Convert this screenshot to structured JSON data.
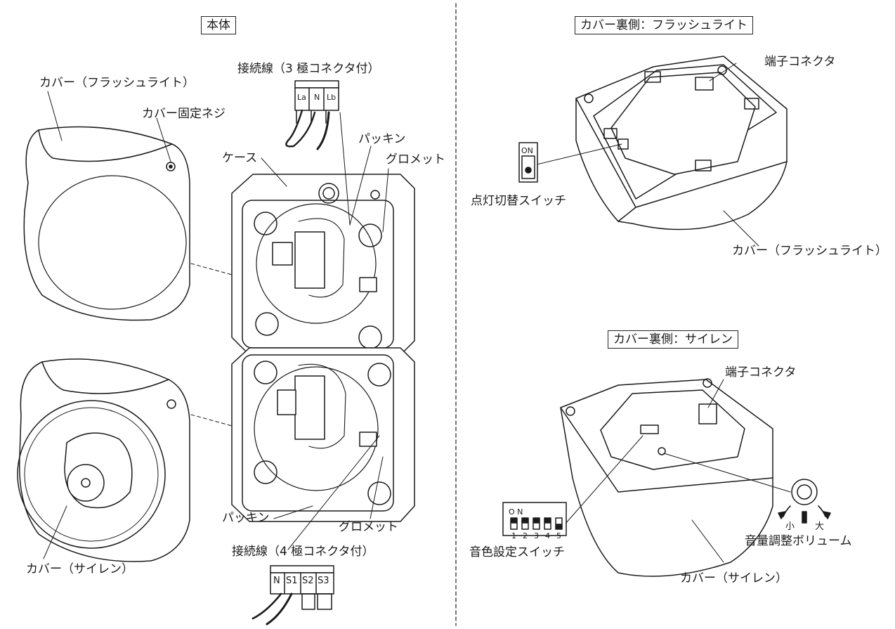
{
  "left_panel": {
    "title": "本体",
    "cover_flash": "カバー（フラッシュライト）",
    "cover_screw": "カバー固定ネジ",
    "wire3": "接続線（3 極コネクタ付）",
    "wire3_pins": [
      "La",
      "N",
      "Lb"
    ],
    "case": "ケース",
    "packing_top": "パッキン",
    "grommet_top": "グロメット",
    "packing_bottom": "パッキン",
    "grommet_bottom": "グロメット",
    "wire4": "接続線（4 極コネクタ付）",
    "wire4_pins": [
      "N",
      "S1",
      "S2",
      "S3"
    ],
    "cover_siren": "カバー（サイレン）"
  },
  "right_top": {
    "title": "カバー裏側：フラッシュライト",
    "terminal": "端子コネクタ",
    "switch_on": "ON",
    "light_switch": "点灯切替スイッチ",
    "cover": "カバー（フラッシュライト）"
  },
  "right_bottom": {
    "title": "カバー裏側：サイレン",
    "terminal": "端子コネクタ",
    "dip_on": "O N",
    "dip_numbers": [
      "1",
      "2",
      "3",
      "4",
      "5"
    ],
    "tone_switch": "音色設定スイッチ",
    "vol_small": "小",
    "vol_large": "大",
    "volume": "音量調整ボリューム",
    "cover": "カバー（サイレン）"
  },
  "colors": {
    "line": "#1a1a1a",
    "fill": "#ffffff",
    "shade": "#e6e6e6"
  }
}
